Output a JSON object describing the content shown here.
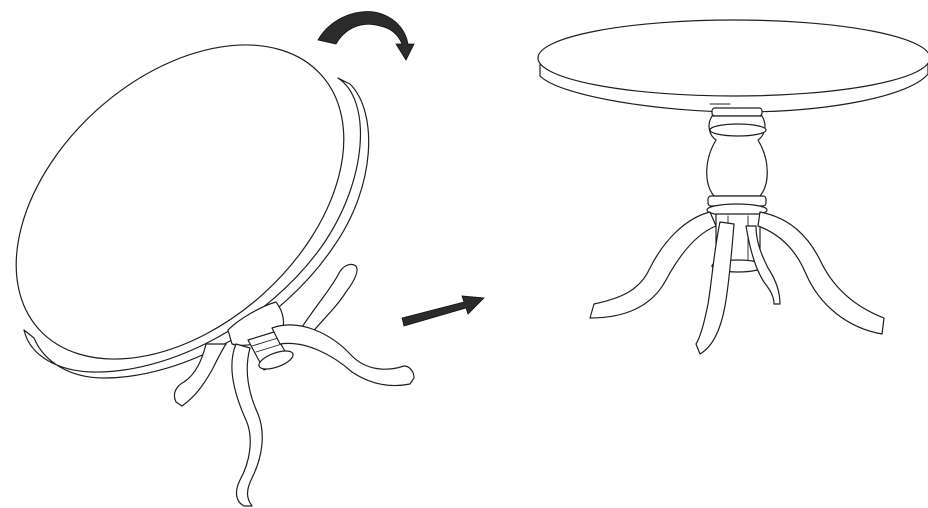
{
  "figure": {
    "panels": [
      {
        "id": "flipped-table",
        "state": "upside-down"
      },
      {
        "id": "upright-table",
        "state": "upright"
      }
    ],
    "icons": {
      "rotate_arrow": "curved-rotate-arrow-icon",
      "next_arrow": "right-arrow-icon"
    },
    "colors": {
      "stroke": "#1f1f1f",
      "arrow_fill": "#2b2b2b",
      "background": "#ffffff"
    }
  }
}
